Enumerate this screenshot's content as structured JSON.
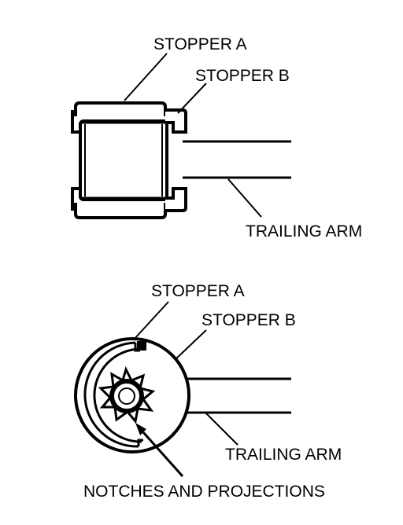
{
  "top_view": {
    "stopper_a_label": "STOPPER A",
    "stopper_b_label": "STOPPER B",
    "trailing_arm_label": "TRAILING ARM"
  },
  "bottom_view": {
    "stopper_a_label": "STOPPER A",
    "stopper_b_label": "STOPPER B",
    "trailing_arm_label": "TRAILING ARM",
    "notches_label": "NOTCHES AND PROJECTIONS"
  }
}
